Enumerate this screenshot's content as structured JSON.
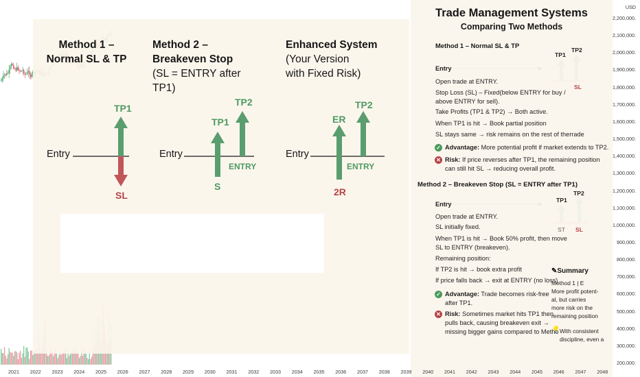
{
  "chart_data": {
    "type": "candlestick",
    "currency": "USD",
    "y_ticks": [
      "2,200,000.",
      "2,100,000.",
      "2,000,000.",
      "1,900,000.",
      "1,800,000.",
      "1,700,000.",
      "1,600,000.",
      "1,500,000.",
      "1,400,000.",
      "1,300,000.",
      "1,200,000.",
      "1,100,000.",
      "1,000,000.",
      "900,000.",
      "800,000.",
      "700,000.",
      "600,000.",
      "500,000.",
      "400,000.",
      "300,000.",
      "200,000."
    ],
    "x_ticks": [
      "2021",
      "2022",
      "2023",
      "2024",
      "2025",
      "2026",
      "2027",
      "2028",
      "2029",
      "2030",
      "2031",
      "2032",
      "2033",
      "2034",
      "2035",
      "2036",
      "2037",
      "2038",
      "2039",
      "2040",
      "2041",
      "2042",
      "2043",
      "2044",
      "2045",
      "2046",
      "2047",
      "2048"
    ],
    "colors": {
      "up": "#3d9f62",
      "down": "#d84a5e",
      "vol_up": "#82cba0",
      "vol_down": "#ef9aa4"
    }
  },
  "methods": {
    "m1": {
      "title1": "Method 1 –",
      "title2": "Normal SL & TP",
      "entry": "Entry",
      "tp": "TP1",
      "sl": "SL"
    },
    "m2": {
      "title1": "Method 2 –",
      "title2": "Breakeven Stop",
      "title3": "(SL = ENTRY after TP1)",
      "entry": "Entry",
      "tp1": "TP1",
      "tp2": "TP2",
      "entry_tag": "ENTRY",
      "s": "S"
    },
    "m3": {
      "title1": "Enhanced System",
      "title2": "(Your Version",
      "title3": "with Fixed Risk)",
      "entry": "Entry",
      "er": "ER",
      "tp2": "TP2",
      "entry_tag": "ENTRY",
      "r": "2R"
    }
  },
  "panel": {
    "title": "Trade Management Systems",
    "subtitle": "Comparing Two Methods",
    "m1": {
      "heading": "Method 1 – Normal SL & TP",
      "entry": "Entry",
      "tp1": "TP1",
      "tp2": "TP2",
      "sl": "SL",
      "l1": "Open trade at ENTRY.",
      "l2": "Stop Loss (SL) – Fixed(below ENTRY for buy /",
      "l3": "above ENTRY for sell).",
      "l4": "Take Profits (TP1 & TP2) → Both active.",
      "l5": "When TP1 is hit → Book partial position",
      "l6": "SL stays same → risk remains on the rest of therrade",
      "adv_label": "Advantage:",
      "adv_text": "More potential profit if market extends to TP2.",
      "risk_label": "Risk:",
      "risk_text1": "If price reverses after TP1, the remaining position",
      "risk_text2": "can still hit SL → reducing overall profit."
    },
    "m2": {
      "heading": "Method 2 – Breakeven Stop (SL = ENTRY after TP1)",
      "entry": "Entry",
      "tp1": "TP1",
      "tp2": "TP2",
      "st": "ST",
      "sl": "SL",
      "l1": "Open trade at ENTRY.",
      "l2": "SL initially fixed.",
      "l3": "When TP1 is hit → Book 50% profit, then move",
      "l4": "SL to ENTRY (breakeven).",
      "l5": "Remaining position:",
      "l6": "If TP2 is hit → book extra profit",
      "l7": "If price falls back → exit at ENTRY (no loss)",
      "adv_label": "Advantage:",
      "adv_text1": "Trade becomes risk-free",
      "adv_text2": "after TP1.",
      "risk_label": "Risk:",
      "risk_text1": "Sometimes market hits TP1 then",
      "risk_text2": "pulls back, causing breakeven exit →",
      "risk_text3": "missing bigger gains compared to Metho"
    },
    "summary": {
      "title": "Summary",
      "l1": "Method 1  |  E",
      "l2": "More profit potent-",
      "l3": "al, but carries",
      "l4": "more risk on the",
      "l5": "remaining position",
      "l6": "With consistent",
      "l7": "discipline, even a"
    }
  }
}
